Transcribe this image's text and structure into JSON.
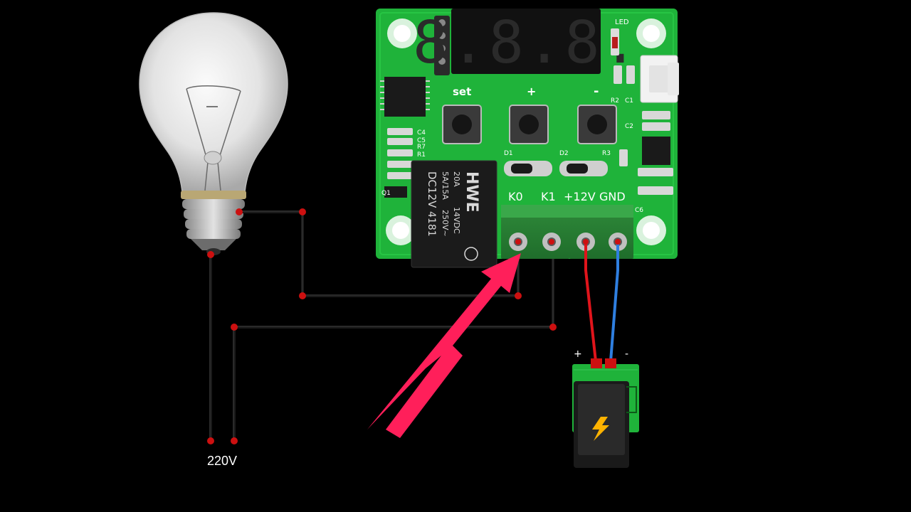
{
  "board": {
    "button_set": "set",
    "button_plus": "+",
    "button_minus": "-",
    "led_label": "LED",
    "terminal_k0": "K0",
    "terminal_k1": "K1",
    "terminal_12v": "+12V",
    "terminal_gnd": "GND",
    "display_digits": "8.8.8.",
    "components": {
      "c1": "C1",
      "c2": "C2",
      "c4": "C4",
      "c5": "C5",
      "c6": "C6",
      "r1": "R1",
      "r2": "R2",
      "r3": "R3",
      "r7": "R7",
      "q1": "Q1",
      "d1": "D1",
      "d2": "D2"
    }
  },
  "relay": {
    "brand": "HWE",
    "model": "DC12V",
    "rating_1": "20A",
    "rating_2": "14VDC",
    "rating_3": "5A/15A",
    "rating_4": "250V~",
    "code": "4181"
  },
  "power": {
    "plus": "+",
    "minus": "-"
  },
  "mains": {
    "label": "220V"
  },
  "colors": {
    "pcb": "#1fb33a",
    "pcb_dark": "#169c2d",
    "wire": "#1a1a1a",
    "wire_red": "#e0141b",
    "wire_blue": "#2f7fe0",
    "node": "#cc1010",
    "arrow": "#ff1f5a",
    "terminal": "#2a9a3a"
  },
  "icons": {
    "bulb": "light-bulb-icon",
    "power_jack": "lightning-bolt-icon"
  }
}
